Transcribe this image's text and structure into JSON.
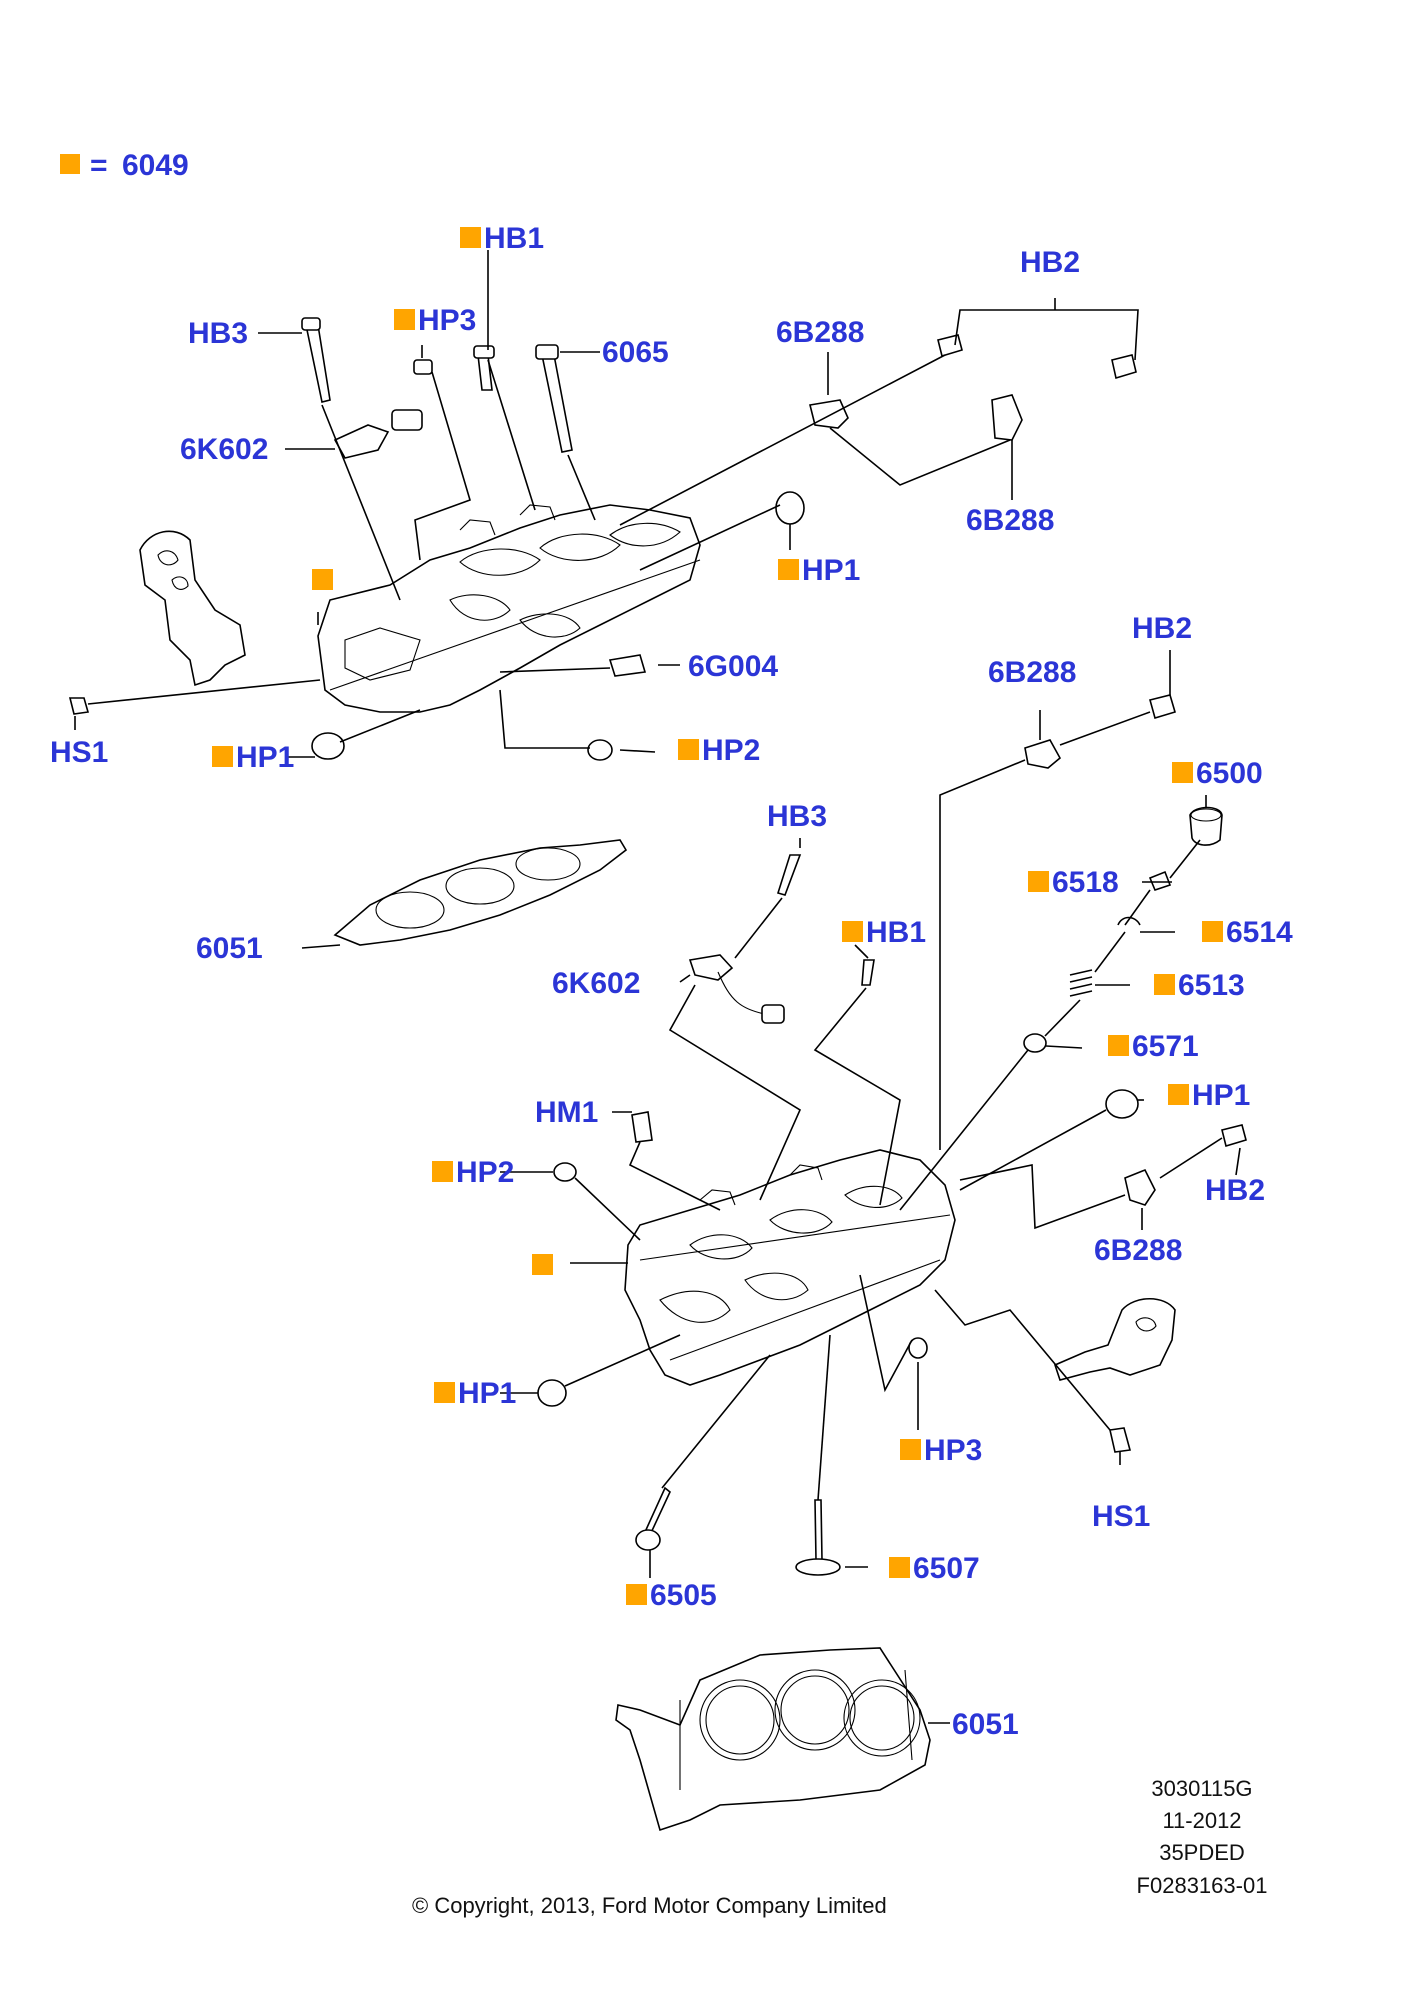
{
  "colors": {
    "label_text": "#2b35d6",
    "marker": "#ffa500",
    "line": "#000000",
    "meta_text": "#111111"
  },
  "legend": {
    "equals": "=",
    "code": "6049"
  },
  "callouts": [
    {
      "id": "hb1-top",
      "text": "HB1",
      "marker": true
    },
    {
      "id": "hp3-top",
      "text": "HP3",
      "marker": true
    },
    {
      "id": "hb3-top",
      "text": "HB3",
      "marker": false
    },
    {
      "id": "6065",
      "text": "6065",
      "marker": false
    },
    {
      "id": "6b288-top",
      "text": "6B288",
      "marker": false
    },
    {
      "id": "hb2-top",
      "text": "HB2",
      "marker": false
    },
    {
      "id": "6k602-top",
      "text": "6K602",
      "marker": false
    },
    {
      "id": "6b288-top2",
      "text": "6B288",
      "marker": false
    },
    {
      "id": "hp1-top-right",
      "text": "HP1",
      "marker": true
    },
    {
      "id": "head-top",
      "text": "",
      "marker": true
    },
    {
      "id": "6g004",
      "text": "6G004",
      "marker": false
    },
    {
      "id": "hs1-top",
      "text": "HS1",
      "marker": false
    },
    {
      "id": "hp1-top-left",
      "text": "HP1",
      "marker": true
    },
    {
      "id": "hp2-top",
      "text": "HP2",
      "marker": true
    },
    {
      "id": "6b288-mid",
      "text": "6B288",
      "marker": false
    },
    {
      "id": "hb2-mid",
      "text": "HB2",
      "marker": false
    },
    {
      "id": "6500",
      "text": "6500",
      "marker": true
    },
    {
      "id": "hb3-mid",
      "text": "HB3",
      "marker": false
    },
    {
      "id": "6518",
      "text": "6518",
      "marker": true
    },
    {
      "id": "6051-top",
      "text": "6051",
      "marker": false
    },
    {
      "id": "hb1-mid",
      "text": "HB1",
      "marker": true
    },
    {
      "id": "6514",
      "text": "6514",
      "marker": true
    },
    {
      "id": "6k602-mid",
      "text": "6K602",
      "marker": false
    },
    {
      "id": "6513",
      "text": "6513",
      "marker": true
    },
    {
      "id": "6571",
      "text": "6571",
      "marker": true
    },
    {
      "id": "hm1",
      "text": "HM1",
      "marker": false
    },
    {
      "id": "hp1-mid-right",
      "text": "HP1",
      "marker": true
    },
    {
      "id": "hp2-mid",
      "text": "HP2",
      "marker": true
    },
    {
      "id": "hb2-low",
      "text": "HB2",
      "marker": false
    },
    {
      "id": "6b288-low",
      "text": "6B288",
      "marker": false
    },
    {
      "id": "head-bottom",
      "text": "",
      "marker": true
    },
    {
      "id": "hp1-low-left",
      "text": "HP1",
      "marker": true
    },
    {
      "id": "hp3-low",
      "text": "HP3",
      "marker": true
    },
    {
      "id": "hs1-low",
      "text": "HS1",
      "marker": false
    },
    {
      "id": "6507",
      "text": "6507",
      "marker": true
    },
    {
      "id": "6505",
      "text": "6505",
      "marker": true
    },
    {
      "id": "6051-bottom",
      "text": "6051",
      "marker": false
    }
  ],
  "footer": {
    "copyright": "© Copyright, 2013, Ford Motor Company Limited",
    "ref_lines": [
      "3030115G",
      "11-2012",
      "35PDED",
      "F0283163-01"
    ]
  }
}
